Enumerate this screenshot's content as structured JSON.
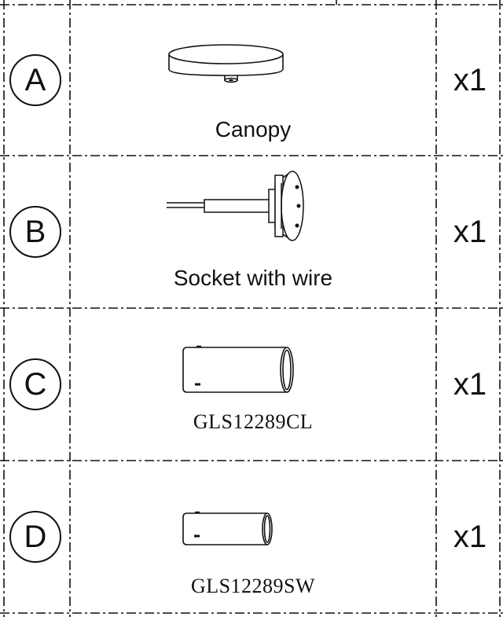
{
  "parts": [
    {
      "letter": "A",
      "name": "Canopy",
      "quantity": "x1",
      "icon": "canopy-icon"
    },
    {
      "letter": "B",
      "name": "Socket with wire",
      "quantity": "x1",
      "icon": "socket-with-wire-icon"
    },
    {
      "letter": "C",
      "name": "GLS12289CL",
      "quantity": "x1",
      "icon": "long-tube-icon"
    },
    {
      "letter": "D",
      "name": "GLS12289SW",
      "quantity": "x1",
      "icon": "short-tube-icon"
    }
  ]
}
